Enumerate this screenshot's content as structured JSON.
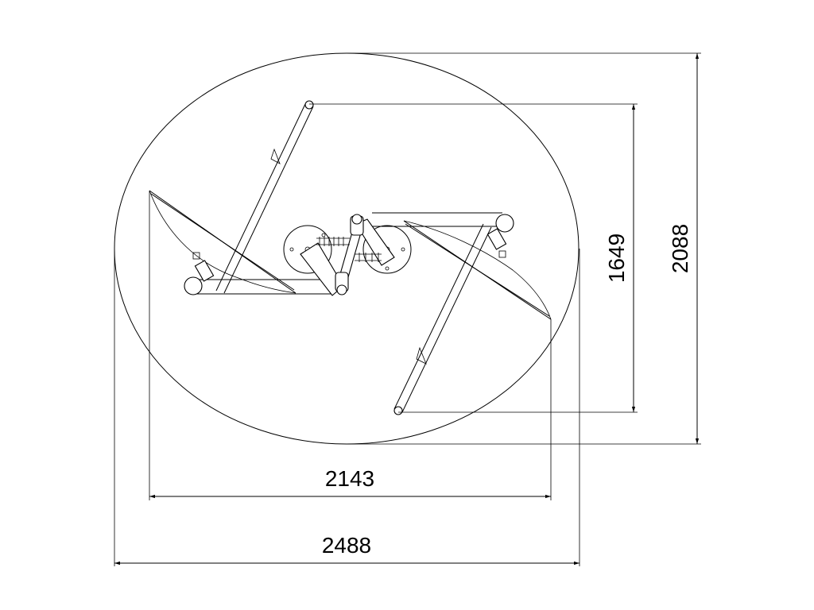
{
  "dimensions": {
    "inner_width": "2143",
    "outer_width": "2488",
    "inner_height": "1649",
    "outer_height": "2088"
  },
  "colors": {
    "line": "#000000",
    "background": "#ffffff"
  }
}
